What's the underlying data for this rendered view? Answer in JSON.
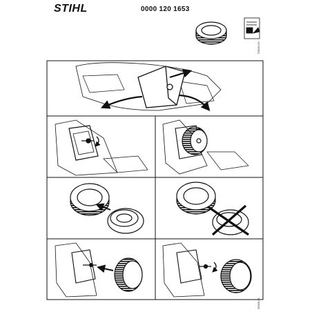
{
  "header": {
    "brand": "STIHL",
    "part_number": "0000 120 1653"
  },
  "side_codes": {
    "top": "D0000-50",
    "bottom": "00000-61"
  },
  "colors": {
    "ink": "#111111",
    "paper": "#ffffff"
  },
  "panels": [
    {
      "name": "remove-cover",
      "icon": "cover-removal-arrows-icon"
    },
    {
      "name": "unscrew-filter",
      "icon": "screw-nut-icon"
    },
    {
      "name": "remove-filter",
      "icon": "air-filter-icon"
    },
    {
      "name": "clean-filter",
      "icon": "filter-pad-icon"
    },
    {
      "name": "do-not-wash",
      "icon": "crossed-out-icon"
    },
    {
      "name": "refit-filter",
      "icon": "air-filter-icon"
    },
    {
      "name": "tighten-nut",
      "icon": "screw-nut-icon"
    }
  ]
}
